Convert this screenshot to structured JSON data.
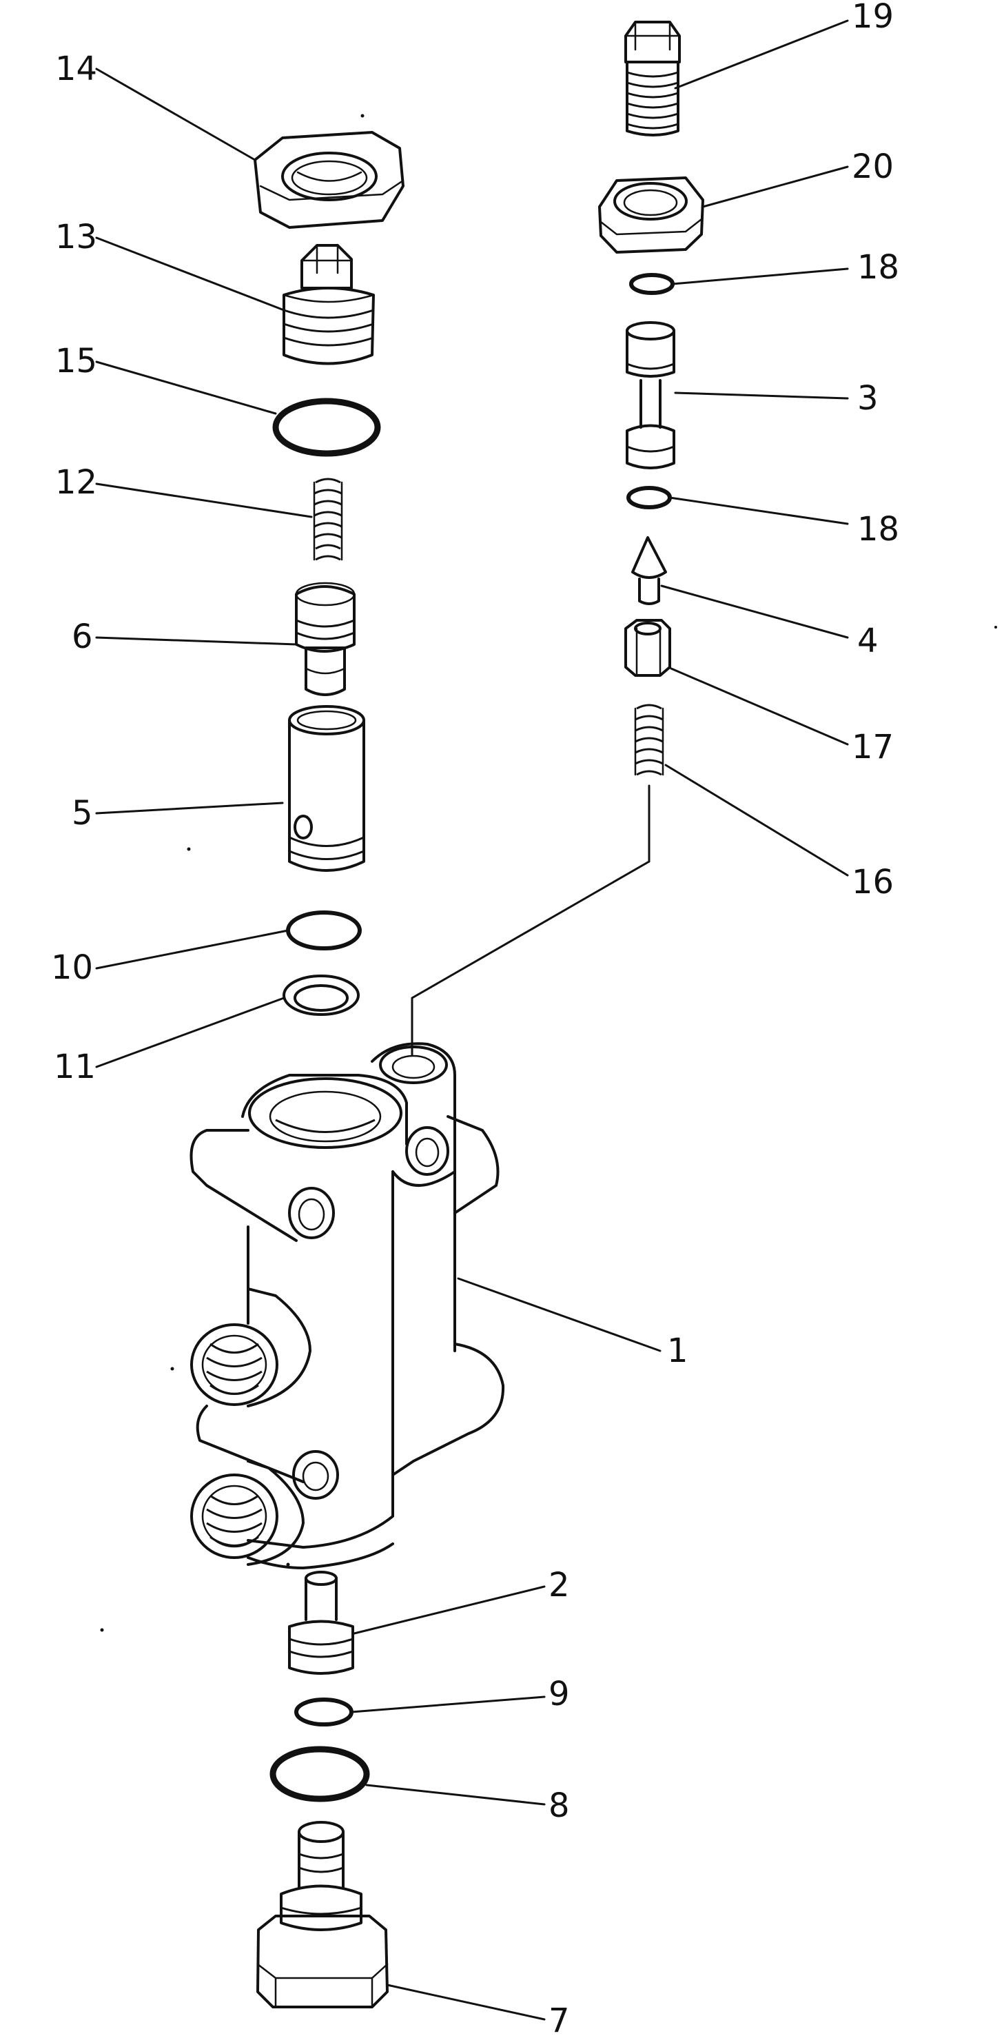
{
  "callouts": {
    "n1": "1",
    "n2": "2",
    "n3": "3",
    "n4": "4",
    "n5": "5",
    "n6": "6",
    "n7": "7",
    "n8": "8",
    "n9": "9",
    "n10": "10",
    "n11": "11",
    "n12": "12",
    "n13": "13",
    "n14": "14",
    "n15": "15",
    "n16": "16",
    "n17": "17",
    "n18a": "18",
    "n18b": "18",
    "n19": "19",
    "n20": "20"
  },
  "colors": {
    "ink": "#111111",
    "paper": "#ffffff"
  }
}
